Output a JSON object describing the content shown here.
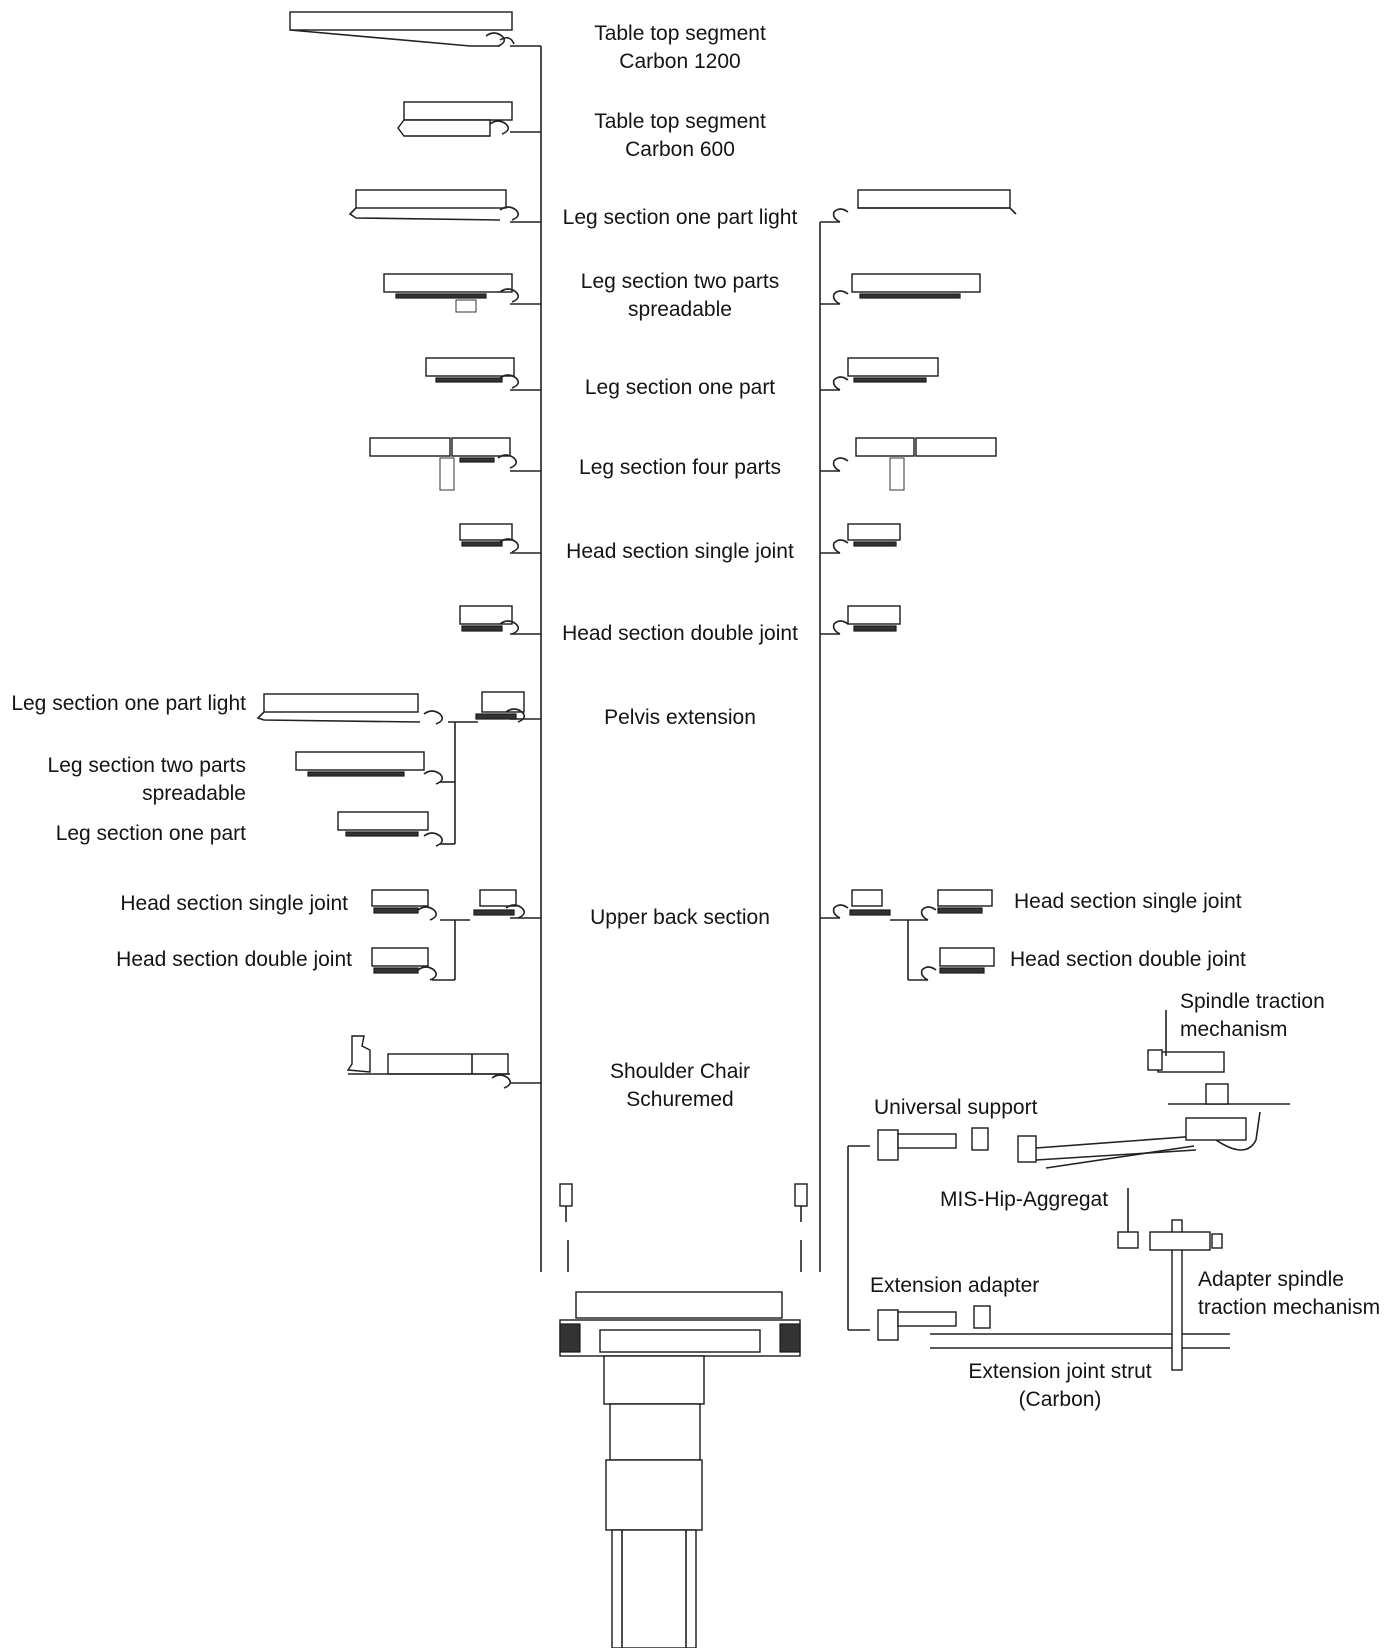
{
  "labels": {
    "center": {
      "tabletop_1200": "Table top segment\nCarbon 1200",
      "tabletop_600": "Table top segment\nCarbon 600",
      "leg_one_light": "Leg section one part light",
      "leg_two_spread": "Leg section two parts\nspreadable",
      "leg_one": "Leg section one part",
      "leg_four": "Leg section four parts",
      "head_single": "Head section single joint",
      "head_double": "Head section double joint",
      "pelvis": "Pelvis extension",
      "upper_back": "Upper back section",
      "shoulder_chair": "Shoulder Chair\nSchuremed"
    },
    "left": {
      "leg_one_light": "Leg section one part light",
      "leg_two_spread": "Leg section two parts\nspreadable",
      "leg_one": "Leg section one part",
      "head_single": "Head section single joint",
      "head_double": "Head section double joint"
    },
    "right": {
      "head_single": "Head section single joint",
      "head_double": "Head section double joint",
      "spindle_traction": "Spindle traction\nmechanism",
      "universal_support": "Universal support",
      "mis_hip": "MIS-Hip-Aggregat",
      "extension_adapter": "Extension adapter",
      "adapter_spindle": "Adapter spindle\ntraction mechanism",
      "extension_strut": "Extension joint strut\n(Carbon)"
    }
  }
}
